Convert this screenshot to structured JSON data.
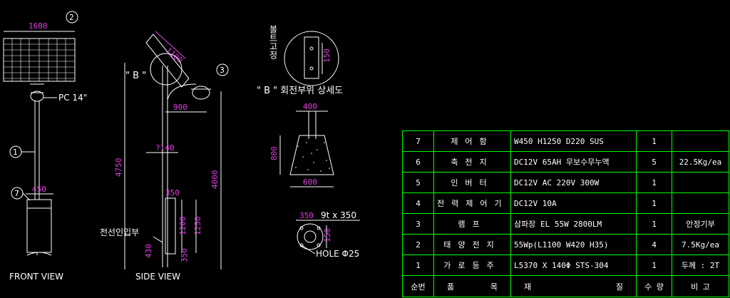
{
  "views": {
    "front_label": "FRONT VIEW",
    "side_label": "SIDE VIEW",
    "detail_title": "\" B \" 회전부위 상세도",
    "detail_marker": "\" B \"",
    "bolt_label": "볼트고정",
    "cable_entry": "전선인입부",
    "pc_label": "PC 14\"",
    "plate_label": "9t x 350",
    "hole_label": "HOLE Φ25"
  },
  "dims": {
    "d1680": "1680",
    "d1100": "1100",
    "d900": "900",
    "d140": "?140",
    "d4750": "4750",
    "d4000": "4000",
    "d350a": "350",
    "d1200": "1200",
    "d1250": "1250",
    "d430": "430",
    "d350b": "350",
    "d450": "450",
    "d400": "400",
    "d800": "800",
    "d600": "600",
    "d350c": "350",
    "d150": "150",
    "d150b": "150"
  },
  "balloons": [
    "1",
    "2",
    "3",
    "7"
  ],
  "bom": {
    "header": {
      "no": "순번",
      "name_a": "품",
      "name_b": "목",
      "spec_a": "재",
      "spec_b": "질",
      "qty": "수 량",
      "note": "비   고"
    },
    "rows": [
      {
        "no": "7",
        "name": "제어함",
        "spec": "W450  H1250  D220  SUS",
        "qty": "1",
        "note": ""
      },
      {
        "no": "6",
        "name": "축전지",
        "spec": "DC12V  65AH 무보수무누액",
        "qty": "5",
        "note": "22.5Kg/ea"
      },
      {
        "no": "5",
        "name": "인버터",
        "spec": "DC12V AC 220V 300W",
        "qty": "1",
        "note": ""
      },
      {
        "no": "4",
        "name": "전력제어기",
        "spec": "DC12V   10A",
        "qty": "1",
        "note": ""
      },
      {
        "no": "3",
        "name": "램프",
        "spec": "삼파장 EL 55W 2800LM",
        "qty": "1",
        "note": "안정기부"
      },
      {
        "no": "2",
        "name": "태양전지",
        "spec": "55Wp(L1100 W420 H35)",
        "qty": "4",
        "note": "7.5Kg/ea"
      },
      {
        "no": "1",
        "name": "가로등주",
        "spec": "L5370 X 140Φ   STS-304",
        "qty": "1",
        "note": "두께 : 2T"
      }
    ]
  }
}
